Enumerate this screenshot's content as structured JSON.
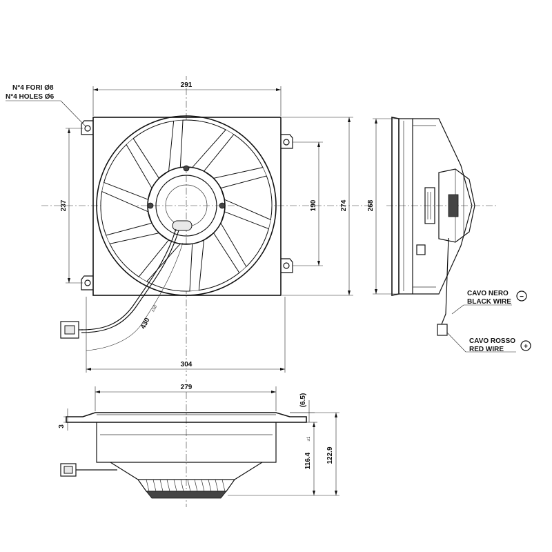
{
  "front_view": {
    "dim_width_top": "291",
    "dim_width_bottom": "304",
    "dim_height_mount": "237",
    "dim_height_inner": "190",
    "dim_height_total": "274",
    "dim_cable": "430",
    "dim_cable_tol": "±10"
  },
  "holes_note": {
    "line1": "N°4 FORI Ø8",
    "line2": "N°4 HOLES Ø6"
  },
  "side_view": {
    "dim_height": "268"
  },
  "wires": {
    "black_it": "CAVO NERO",
    "black_en": "BLACK WIRE",
    "black_symbol": "−",
    "red_it": "CAVO ROSSO",
    "red_en": "RED WIRE",
    "red_symbol": "+"
  },
  "bottom_view": {
    "dim_width": "279",
    "dim_flange": "(6.5)",
    "dim_thickness": "3",
    "dim_depth": "116.4",
    "dim_depth_tol": "±1",
    "dim_total_depth": "122.9"
  }
}
